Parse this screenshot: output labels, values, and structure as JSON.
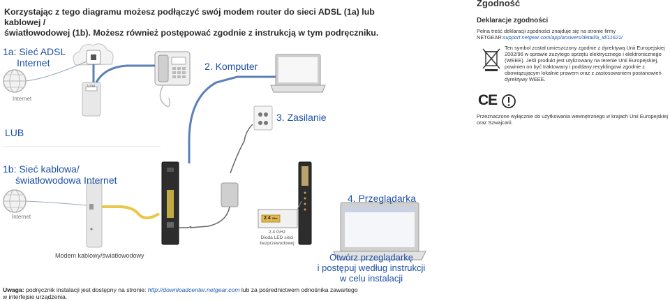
{
  "intro": {
    "line1": "Korzystając z tego diagramu możesz podłączyć swój modem router do sieci ADSL (1a) lub kablowej /",
    "line2": "światłowodowej (1b). Możesz również postępować zgodnie z instrukcją w tym podręczniku."
  },
  "diagram": {
    "label_1a_line1": "1a: Sieć ADSL",
    "label_1a_line2": "Internet",
    "internet_label_1": "Internet",
    "lub": "LUB",
    "label_1b_line1": "1b: Sieć kablowa/",
    "label_1b_line2": "światłowodowa Internet",
    "internet_label_2": "Internet",
    "komputer": "2. Komputer",
    "zasilanie": "3. Zasilanie",
    "przegladarka": "4. Przeglądarka",
    "modem_label": "Modem kablowy/światłowodowy",
    "line_port": "Line",
    "led_badge": "2.4",
    "led_badge_unit": "GHz",
    "led_note_1": "2.4 GHz",
    "led_note_2": "Dioda LED sieci",
    "led_note_3": "bezprzewodowej",
    "open_browser_1": "Otwórz przeglądarkę",
    "open_browser_2": "i postępuj według instrukcji",
    "open_browser_3": "w celu instalacji"
  },
  "note": {
    "bold": "Uwaga:",
    "text_before": " podręcznik instalacji jest dostępny na stronie: ",
    "url": "http://downloadcenter.netgear.com",
    "text_after": " lub za pośrednictwem odnośnika zawartego",
    "line2": "w interfejsie urządzenia."
  },
  "sidebar": {
    "title": "Zgodność",
    "subtitle": "Deklaracje zgodności",
    "decl_line1": "Pełna treść deklaracji zgodności znajduje się na stronie firmy",
    "decl_prefix": "NETGEAR:",
    "decl_url": "support.netgear.com/app/answers/detail/a_id/11621/",
    "weee_text": "Ten symbol został umieszczony zgodnie z dyrektywą Unii Europejskiej 2002/96 w sprawie zużytego sprzętu elektrycznego i elektronicznego (WEEE). Jeśli produkt jest utylizowany na terenie Unii Europejskiej, powinien on być traktowany i poddany recyklingowi zgodnie z obowiązującym lokalnie prawem oraz z zastosowaniem postanowień dyrektywy WEEE.",
    "ce_mark": "CE",
    "eu_text": "Przeznaczone wyłącznie do użytkowania wewnętrznego w krajach Unii Europejskiej oraz Szwajcarii."
  },
  "colors": {
    "accent_blue": "#1e4fa8",
    "cable_blue": "#5b7fb8",
    "cable_yellow": "#e8c84a",
    "device_grey": "#d8d8d8"
  }
}
